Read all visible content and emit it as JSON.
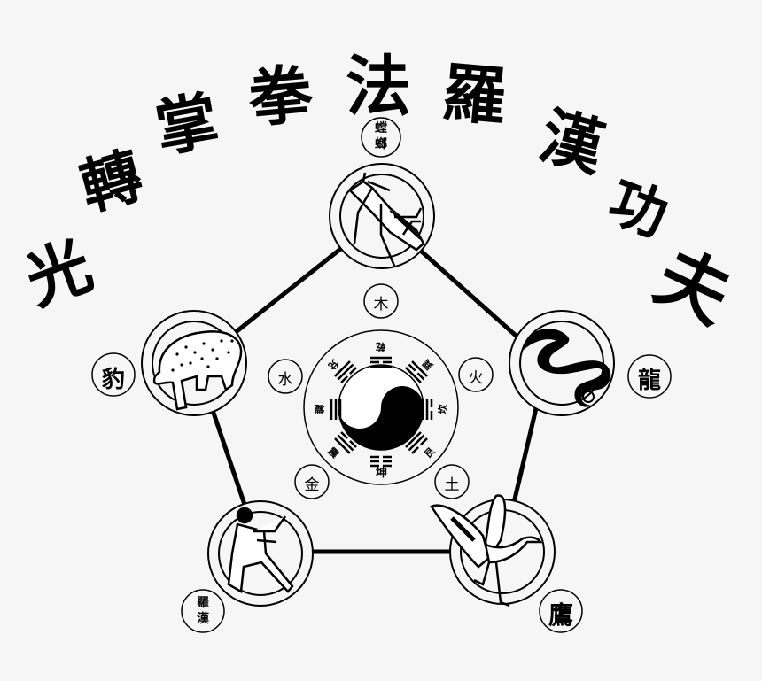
{
  "title": {
    "characters": [
      "光",
      "轉",
      "掌",
      "拳",
      "法",
      "羅",
      "漢",
      "功",
      "夫"
    ],
    "text": "光轉掌拳法羅漢功夫"
  },
  "animals": {
    "top": {
      "name": "mantis",
      "label": [
        "螳",
        "螂"
      ]
    },
    "right": {
      "name": "dragon",
      "label": "龍"
    },
    "left": {
      "name": "leopard",
      "label": "豹"
    },
    "bottom_left": {
      "name": "lohan",
      "label": [
        "羅",
        "漢"
      ]
    },
    "bottom_right": {
      "name": "crane",
      "label": "鷹"
    }
  },
  "elements": {
    "wood": "木",
    "fire": "火",
    "earth": "土",
    "metal": "金",
    "water": "水"
  },
  "bagua": {
    "names": [
      "乾",
      "巽",
      "坎",
      "艮",
      "坤",
      "震",
      "離",
      "兌"
    ],
    "center": "yin-yang"
  },
  "colors": {
    "ink": "#000000",
    "background": "#f6f6f6"
  }
}
